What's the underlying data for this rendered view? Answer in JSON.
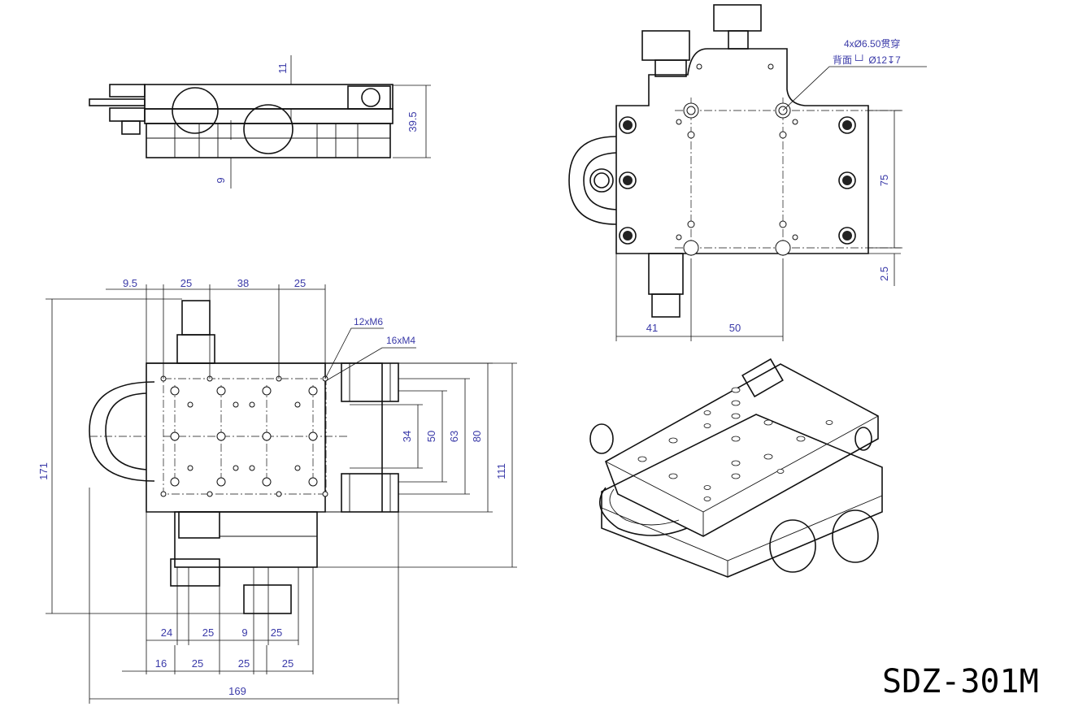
{
  "title": "SDZ-301M",
  "dimensions": {
    "side_view": {
      "height_total": "39.5",
      "top_offset": "11",
      "bottom_offset": "9"
    },
    "top_view_horizontal_top": [
      "9.5",
      "25",
      "38",
      "25"
    ],
    "top_view_vertical_right": [
      "34",
      "50",
      "63",
      "80",
      "111"
    ],
    "top_view_vertical_left": "171",
    "top_view_bottom_row1": [
      "24",
      "25",
      "9",
      "25"
    ],
    "top_view_bottom_row2": [
      "16",
      "25",
      "25",
      "25"
    ],
    "top_view_overall_width": "169",
    "back_view": {
      "vertical": "75",
      "small": "2.5",
      "horizontal": [
        "41",
        "50"
      ]
    }
  },
  "annotations": {
    "tapped_holes_m6": "12xM6",
    "tapped_holes_m4": "16xM4",
    "through_holes": "4xØ6.50贯穿",
    "counterbore": "背面└┘ Ø12↧7"
  }
}
